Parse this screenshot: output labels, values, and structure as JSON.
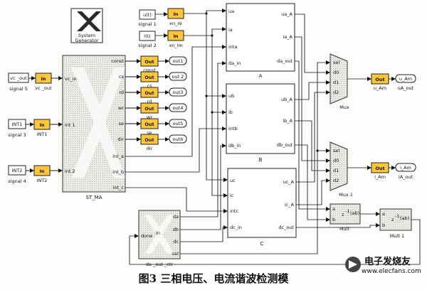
{
  "logo": {
    "title_line1": "System",
    "title_line2": "Generator"
  },
  "gateway_in_label": "In",
  "gateway_out_label": "Out",
  "inputs_top": [
    {
      "src": "u(t)",
      "src_name": "signal 1",
      "gw_name": "xn_re"
    },
    {
      "src": "i(t)",
      "src_name": "signal 2",
      "gw_name": "xn_im"
    }
  ],
  "inputs_left": [
    {
      "src": "vc _out",
      "src_name": "signal 5",
      "gw_name": "vc _out"
    },
    {
      "src": "INT1",
      "src_name": "signal 3",
      "gw_name": "INT1"
    },
    {
      "src": "INT2",
      "src_name": "signal 4",
      "gw_name": "INT2"
    }
  ],
  "st_ma": {
    "name": "ST_MA",
    "in_ports": [
      "vc_in",
      "int 1",
      "int 2"
    ],
    "out_ports": [
      "const",
      "cs",
      "rd",
      "wr",
      "se",
      "dir",
      "int_a",
      "int_b",
      "int_c"
    ]
  },
  "outputs_right": [
    {
      "port": "out1",
      "name": "const"
    },
    {
      "port": "out 2",
      "name": "cs"
    },
    {
      "port": "out3",
      "name": "rd"
    },
    {
      "port": "out4",
      "name": "wr"
    },
    {
      "port": "out5",
      "name": "se"
    },
    {
      "port": "out6",
      "name": "dir"
    }
  ],
  "block_a": {
    "name": "A",
    "in_ports": [
      "ua",
      "ia",
      "inta",
      "da_in"
    ],
    "out_ports": [
      "ua_A",
      "ia_A",
      "da_out"
    ]
  },
  "block_b": {
    "name": "B",
    "in_ports": [
      "ub",
      "ib",
      "intb",
      "db_in"
    ],
    "out_ports": [
      "ub_A",
      "ib_A",
      "db_out"
    ]
  },
  "block_c": {
    "name": "C",
    "in_ports": [
      "uc",
      "ic",
      "intc",
      "dc_in"
    ],
    "out_ports": [
      "uc_A",
      "ic_A",
      "dc_out"
    ]
  },
  "mux": {
    "name": "Mux",
    "ports": [
      "sel",
      "d0",
      "d1",
      "d2"
    ]
  },
  "mux1": {
    "name": "Mux 1",
    "ports": [
      "sel",
      "d0",
      "d1",
      "d2"
    ]
  },
  "out_u": {
    "port": "u_Am",
    "name": "uA_out"
  },
  "out_i": {
    "port": "i_Am",
    "name": "iA_out"
  },
  "mult": {
    "name": "Mult",
    "a": "a",
    "b": "b",
    "expr": "z",
    "exp": "-1",
    "tail": "(ab)"
  },
  "mult1": {
    "name": "Mult 1",
    "a": "a",
    "b": "b",
    "expr": "z",
    "exp": "-1",
    "tail": "(ab)"
  },
  "da_ctr": {
    "name": "da _out _ctr",
    "in_port": "done",
    "out_ports": [
      "da",
      "db",
      "dc",
      "sel"
    ],
    "center": "In"
  },
  "caption": "图3 三相电压、电流谐波检测模",
  "watermark": {
    "line1": "电子发烧友",
    "line2": "www.elecfans.com"
  }
}
